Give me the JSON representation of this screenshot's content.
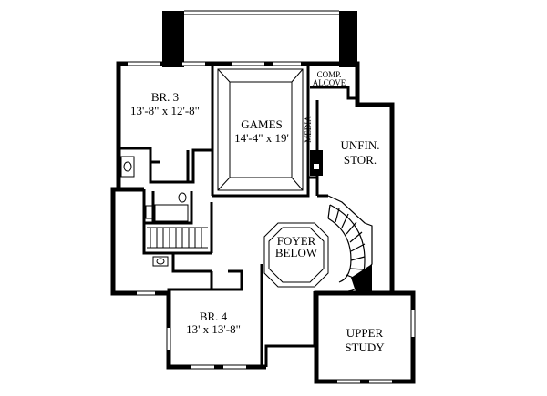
{
  "rooms": {
    "br3": {
      "name": "BR. 3",
      "dims": "13'-8\" x 12'-8\""
    },
    "games": {
      "name": "GAMES",
      "dims": "14'-4\" x 19'"
    },
    "media": {
      "name": "MEDIA"
    },
    "comp_alcove": {
      "line1": "COMP.",
      "line2": "ALCOVE"
    },
    "unfin_stor": {
      "line1": "UNFIN.",
      "line2": "STOR."
    },
    "foyer_below": {
      "line1": "FOYER",
      "line2": "BELOW"
    },
    "br4": {
      "name": "BR. 4",
      "dims": "13' x 13'-8\""
    },
    "upper_study": {
      "line1": "UPPER",
      "line2": "STUDY"
    }
  }
}
